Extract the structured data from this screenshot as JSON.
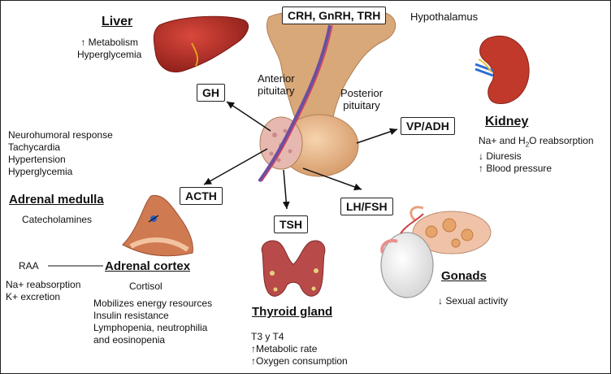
{
  "hormone_boxes": {
    "hypothalamic": "CRH, GnRH, TRH",
    "gh": "GH",
    "acth": "ACTH",
    "tsh": "TSH",
    "lhfsh": "LH/FSH",
    "vpadh": "VP/ADH"
  },
  "labels": {
    "hypothalamus": "Hypothalamus",
    "anterior": [
      "Anterior",
      "pituitary"
    ],
    "posterior": [
      "Posterior",
      "pituitary"
    ]
  },
  "liver": {
    "title": "Liver",
    "effects": [
      "↑ Metabolism",
      "Hyperglycemia"
    ]
  },
  "kidney": {
    "title": "Kidney",
    "effect1_pre": "Na+ and H",
    "effect1_sub": "2",
    "effect1_post": "O reabsorption",
    "effects": [
      "↓ Diuresis",
      "↑ Blood pressure"
    ]
  },
  "adrenal_medulla": {
    "title": "Adrenal medulla",
    "hormone": "Catecholamines",
    "effects": [
      "Neurohumoral response",
      "Tachycardia",
      "Hypertension",
      "Hyperglycemia"
    ]
  },
  "adrenal_cortex": {
    "title": "Adrenal cortex",
    "hormone": "Cortisol",
    "raa": "RAA",
    "raa_effects": [
      "Na+ reabsorption",
      "K+ excretion"
    ],
    "effects": [
      "Mobilizes energy resources",
      "Insulin resistance",
      "Lymphopenia, neutrophilia",
      "and eosinopenia"
    ]
  },
  "thyroid": {
    "title": "Thyroid gland",
    "hormone": "T3 y T4",
    "effects": [
      "↑Metabolic rate",
      "↑Oxygen consumption"
    ]
  },
  "gonads": {
    "title": "Gonads",
    "effects": [
      "↓ Sexual activity"
    ]
  },
  "colors": {
    "liver": "#b8322a",
    "hypothalamus": "#d9a878",
    "pituitary": "#e9b98e",
    "vessel": "#6a4fa0",
    "kidney": "#c0392b",
    "kidney_vessels": "#2e6fd0",
    "adrenal": "#d07a52",
    "thyroid": "#b94a4a",
    "gonad": "#f0c3a8",
    "ovary": "#e6a36a"
  }
}
